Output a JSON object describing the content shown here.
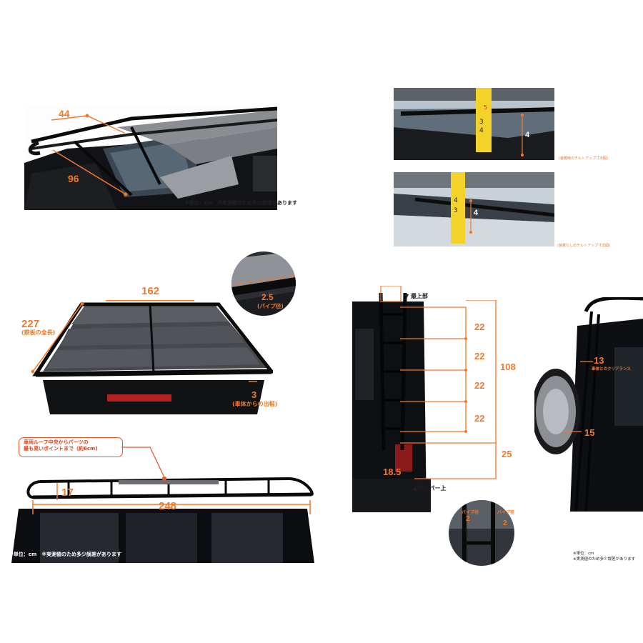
{
  "photos": {
    "top_left": {
      "dims": [
        "44",
        "96"
      ],
      "note": "※単位：cm　※実測値のため多少誤差があります"
    },
    "top_right_1": {
      "tape_number": "4",
      "caption": "(装着時のチルトアップ寸法図)"
    },
    "top_right_2": {
      "tape_number": "4",
      "caption": "(装着なしのチルトアップ寸法図)"
    },
    "rack_perspective": {
      "width": "162",
      "length": "227",
      "length_sub": "(鉄板の全長)",
      "overhang": "3",
      "overhang_sub": "(車体からの出幅)"
    },
    "pipe_inset": {
      "value": "2.5",
      "sub": "(パイプ径)"
    },
    "rear_ladder": {
      "top_label": "▼ 最上部",
      "steps": [
        "22",
        "22",
        "22",
        "22"
      ],
      "total": "108",
      "bottom_gap": "25",
      "width": "18.5",
      "bumper_label": "▲バンパー上"
    },
    "ladder_inset": {
      "left_label": "パイプ径",
      "left_value": "2",
      "right_label": "パイプ径",
      "right_value": "2"
    },
    "side_ladder": {
      "clearance": "13",
      "clearance_sub": "車体とのクリアランス",
      "lower": "15",
      "note_line1": "※単位：cm",
      "note_line2": "※実測値のため多少誤差があります"
    },
    "side_view": {
      "callout_line1": "車両ルーフ中央からパーツの",
      "callout_line2": "最も高いポイントまで（約6cm)",
      "height": "17",
      "length": "248",
      "note": "※単位：cm　※実測値のため多少誤差があります"
    }
  },
  "colors": {
    "accent": "#f07a2a",
    "callout_border": "#e8572a",
    "vehicle": "#0e0f12",
    "plate": "#6b6e73"
  }
}
